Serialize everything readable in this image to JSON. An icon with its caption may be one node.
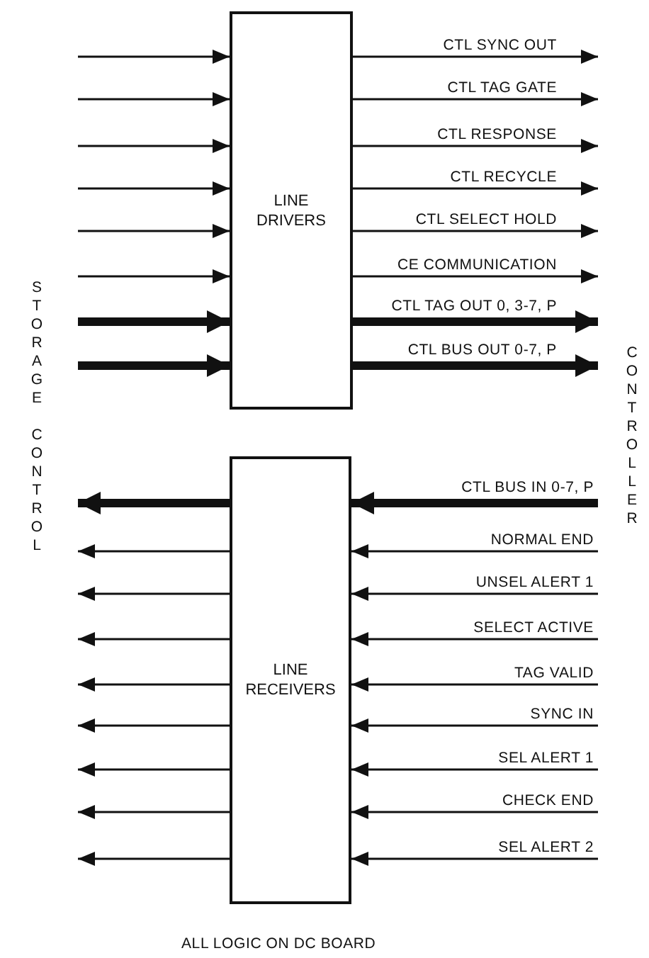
{
  "diagram": {
    "caption": "ALL LOGIC ON DC BOARD",
    "nodes": [
      {
        "text": [
          "LINE DRIVERS"
        ]
      },
      {
        "text": [
          "LINE RECEIVERS"
        ]
      }
    ],
    "edges": [
      {
        "from": null,
        "to": 0,
        "arrow": "to"
      },
      {
        "from": null,
        "to": 0,
        "arrow": "to"
      },
      {
        "from": null,
        "to": 0,
        "arrow": "to"
      },
      {
        "from": null,
        "to": 0,
        "arrow": "to"
      },
      {
        "from": null,
        "to": 0,
        "arrow": "to"
      },
      {
        "from": null,
        "to": 0,
        "arrow": "to"
      },
      {
        "from": null,
        "to": 0,
        "arrow": "to",
        "style": "thick"
      },
      {
        "from": null,
        "to": 0,
        "arrow": "to",
        "style": "thick"
      },
      {
        "from": 0,
        "to": null,
        "arrow": "to",
        "label": "CTL SYNC OUT"
      },
      {
        "from": 0,
        "to": null,
        "arrow": "to",
        "label": "CTL TAG GATE"
      },
      {
        "from": 0,
        "to": null,
        "arrow": "to",
        "label": "CTL RESPONSE"
      },
      {
        "from": 0,
        "to": null,
        "arrow": "to",
        "label": "CTL RECYCLE"
      },
      {
        "from": 0,
        "to": null,
        "arrow": "to",
        "label": "CTL SELECT HOLD"
      },
      {
        "from": 0,
        "to": null,
        "arrow": "to",
        "label": "CE COMMUNICATION"
      },
      {
        "from": 0,
        "to": null,
        "arrow": "to",
        "label": "CTL TAG OUT 0, 3-7, P",
        "style": "thick"
      },
      {
        "from": 0,
        "to": null,
        "arrow": "to",
        "label": "CTL BUS OUT 0-7, P",
        "style": "thick"
      },
      {
        "from": null,
        "to": 1,
        "arrow": "to",
        "label": "CTL BUS IN 0-7, P",
        "style": "thick"
      },
      {
        "from": null,
        "to": 1,
        "arrow": "to",
        "label": "NORMAL END"
      },
      {
        "from": null,
        "to": 1,
        "arrow": "to",
        "label": "UNSEL ALERT 1"
      },
      {
        "from": null,
        "to": 1,
        "arrow": "to",
        "label": "SELECT ACTIVE"
      },
      {
        "from": null,
        "to": 1,
        "arrow": "to",
        "label": "TAG VALID"
      },
      {
        "from": null,
        "to": 1,
        "arrow": "to",
        "label": "SYNC IN"
      },
      {
        "from": null,
        "to": 1,
        "arrow": "to",
        "label": "SEL ALERT 1"
      },
      {
        "from": null,
        "to": 1,
        "arrow": "to",
        "label": "CHECK END"
      },
      {
        "from": null,
        "to": 1,
        "arrow": "to",
        "label": "SEL ALERT 2"
      },
      {
        "from": 1,
        "to": null,
        "arrow": "to",
        "style": "thick"
      },
      {
        "from": 1,
        "to": null,
        "arrow": "to"
      },
      {
        "from": 1,
        "to": null,
        "arrow": "to"
      },
      {
        "from": 1,
        "to": null,
        "arrow": "to"
      },
      {
        "from": 1,
        "to": null,
        "arrow": "to"
      },
      {
        "from": 1,
        "to": null,
        "arrow": "to"
      },
      {
        "from": 1,
        "to": null,
        "arrow": "to"
      },
      {
        "from": 1,
        "to": null,
        "arrow": "to"
      },
      {
        "from": 1,
        "to": null,
        "arrow": "to"
      }
    ],
    "labels": [
      "STORAGE CONTROL",
      "CONTROLLER"
    ]
  }
}
